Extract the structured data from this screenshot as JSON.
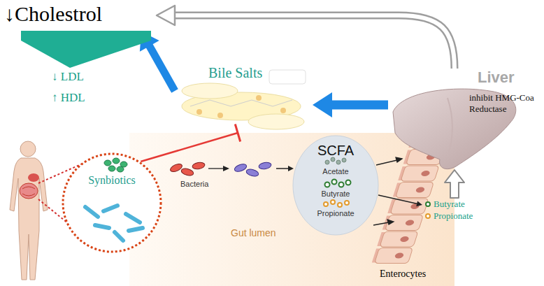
{
  "diagram": {
    "nodes": [
      {
        "text": [
          "↓Cholestrol"
        ]
      },
      {
        "text": [
          "↓ LDL",
          "↑ HDL"
        ]
      },
      {
        "text": [
          "Bile Salts"
        ]
      },
      {
        "text": [
          "Liver",
          "inhibit HMG-Coa Reductase"
        ]
      },
      {
        "text": [
          "Synbiotics"
        ]
      },
      {
        "text": [
          "Gut lumen"
        ]
      },
      {
        "text": [
          "Bacteria"
        ],
        "in": 5
      },
      {
        "text": [
          "SCFA",
          "Acetate",
          "Butyrate",
          "Propionate"
        ],
        "in": 5
      },
      {
        "text": [
          "Butyrate",
          "Propionate"
        ]
      }
    ],
    "edges": [
      {
        "from": 3,
        "to": 0,
        "arrow": "to"
      },
      {
        "from": 3,
        "to": 2,
        "arrow": "to"
      },
      {
        "from": 2,
        "to": 0,
        "arrow": "to"
      },
      {
        "from": 0,
        "to": 1,
        "arrow": "to"
      },
      {
        "from": 4,
        "to": 2,
        "arrow": "to"
      },
      {
        "from": 6,
        "to": 7,
        "arrow": "to"
      },
      {
        "from": 7,
        "to": 8,
        "arrow": "to"
      },
      {
        "from": 8,
        "to": 3,
        "arrow": "to"
      }
    ],
    "labels": [
      "Enterocytes"
    ]
  }
}
